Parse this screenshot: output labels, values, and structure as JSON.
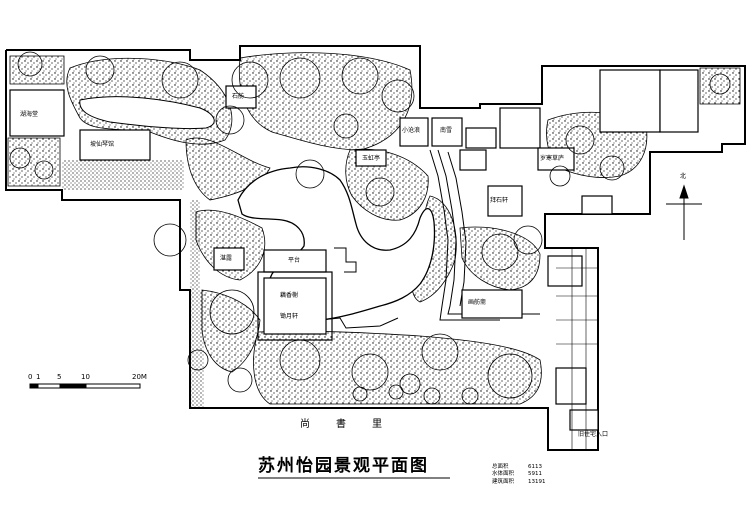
{
  "title": "苏州怡园景观平面图",
  "street_label": "尚　　書　　里",
  "scale_bar": {
    "labels": [
      "0",
      "1",
      "5",
      "10",
      "20M"
    ]
  },
  "compass": {
    "label": "北"
  },
  "stats": [
    {
      "label": "总面积",
      "value": "6113"
    },
    {
      "label": "水体面积",
      "value": "5911"
    },
    {
      "label": "建筑面积",
      "value": "13191"
    }
  ],
  "buildings": [
    {
      "key": "hudan",
      "label": "湖海堂"
    },
    {
      "key": "pofeng",
      "label": "坡仙琴馆"
    },
    {
      "key": "shiting",
      "label": "石舫"
    },
    {
      "key": "pingtai",
      "label": "平台"
    },
    {
      "key": "ouxiang",
      "label": "藕香榭"
    },
    {
      "key": "ouxiangxie",
      "label": "锄月轩"
    },
    {
      "key": "luotuo",
      "label": "小沧浪"
    },
    {
      "key": "nanxuan",
      "label": "南雪"
    },
    {
      "key": "guangtang",
      "label": "玉虹亭"
    },
    {
      "key": "maheng",
      "label": "拜石轩"
    },
    {
      "key": "guanmiao",
      "label": "画舫斋"
    },
    {
      "key": "qiuting",
      "label": "岁寒草庐"
    },
    {
      "key": "xiaoting",
      "label": "湛露"
    },
    {
      "key": "entrance",
      "label": "旧住宅入口"
    }
  ],
  "colors": {
    "ink": "#000000",
    "paper": "#ffffff"
  }
}
